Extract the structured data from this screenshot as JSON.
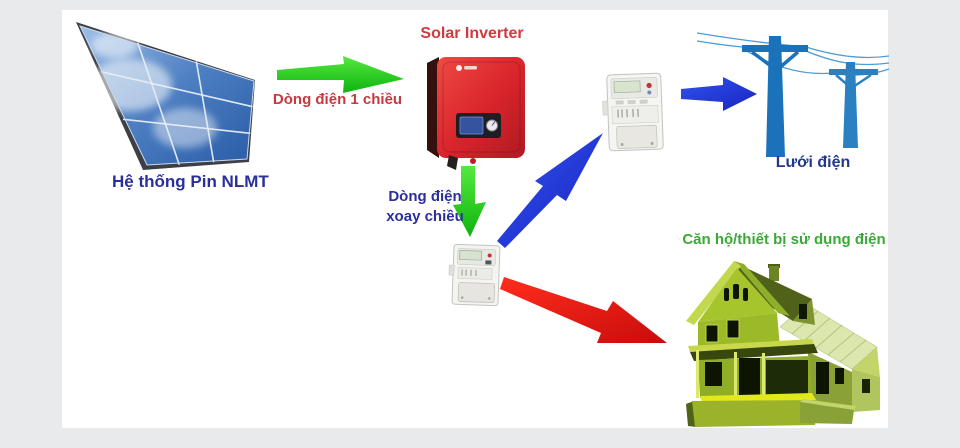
{
  "diagram": {
    "type": "flow",
    "topic": "Grid-tied solar power system schematic",
    "background_color": "#e9eaec",
    "canvas_color": "#ffffff",
    "nodes": [
      {
        "id": "solar-panel",
        "kind": "solar-panel-array",
        "label": "Hệ thống Pin NLMT",
        "label_color": "#2b2f9e",
        "panel_color": "#3f6fb7",
        "frame_color": "#3c3f45"
      },
      {
        "id": "inverter",
        "kind": "solar-inverter",
        "label": "Solar Inverter",
        "label_color": "#d13a3e",
        "body_color": "#d8232b"
      },
      {
        "id": "ac-meter",
        "kind": "energy-meter",
        "label": "",
        "body_color": "#f4f4f1"
      },
      {
        "id": "grid-meter",
        "kind": "energy-meter",
        "label": "",
        "body_color": "#f5f5f3"
      },
      {
        "id": "grid",
        "kind": "utility-poles",
        "label": "Lưới điện",
        "label_color": "#22378d",
        "pole_color": "#1a72ba"
      },
      {
        "id": "house",
        "kind": "house",
        "label": "Căn hộ/thiết bị sử dụng điện",
        "label_color": "#3aa935",
        "wall_color": "#a6c52c",
        "roof_dark_color": "#4e5f15",
        "floor_color": "#e3e81c"
      }
    ],
    "flows": [
      {
        "from": "solar-panel",
        "to": "inverter",
        "label": "Dòng điện 1 chiều",
        "label_color": "#c43a40",
        "arrow_color": "#21c921",
        "style": "straight-right"
      },
      {
        "from": "inverter",
        "to": "ac-meter",
        "label": "Dòng điện xoay chiều",
        "label_color": "#2b2f9e",
        "arrow_color": "#21c921",
        "style": "straight-down"
      },
      {
        "from": "ac-meter",
        "to": "grid-meter",
        "label": "",
        "arrow_color": "#2433de",
        "style": "bolt-up-right"
      },
      {
        "from": "grid-meter",
        "to": "grid",
        "label": "",
        "arrow_color": "#2433de",
        "style": "straight-right"
      },
      {
        "from": "ac-meter",
        "to": "house",
        "label": "",
        "arrow_color": "#e61717",
        "style": "bolt-down-right"
      }
    ]
  }
}
